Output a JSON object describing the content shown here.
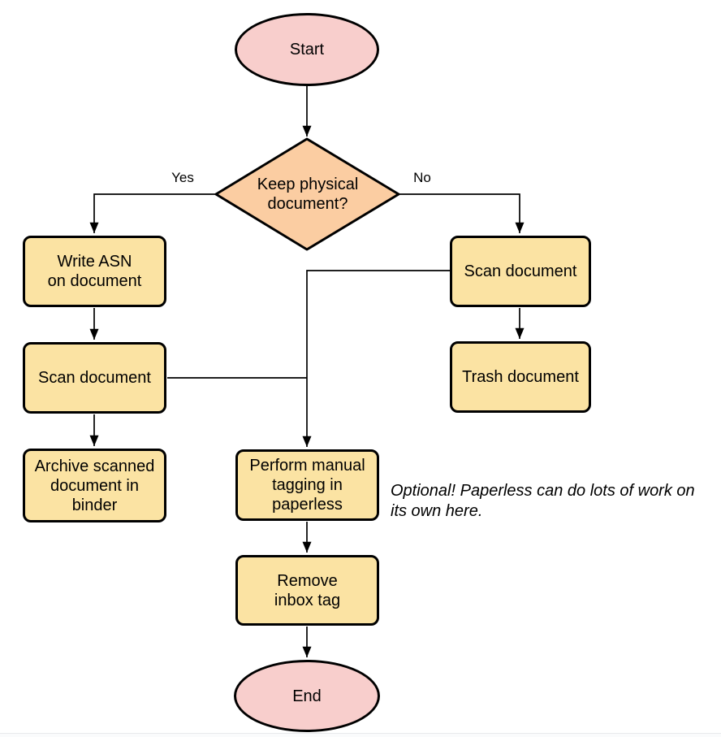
{
  "colors": {
    "terminal_fill": "#f8cecc",
    "decision_fill": "#fbcda2",
    "process_fill": "#fbe3a3",
    "stroke": "#000000",
    "background": "#ffffff"
  },
  "nodes": {
    "start": "Start",
    "decision": "Keep physical\ndocument?",
    "write_asn": "Write ASN\non document",
    "scan_left": "Scan document",
    "archive": "Archive scanned\ndocument in\nbinder",
    "scan_right": "Scan document",
    "trash": "Trash document",
    "tagging": "Perform manual\ntagging in\npaperless",
    "remove_inbox": "Remove\ninbox tag",
    "end": "End"
  },
  "edge_labels": {
    "yes": "Yes",
    "no": "No"
  },
  "annotation": "Optional! Paperless can do lots of work on\nits own here."
}
